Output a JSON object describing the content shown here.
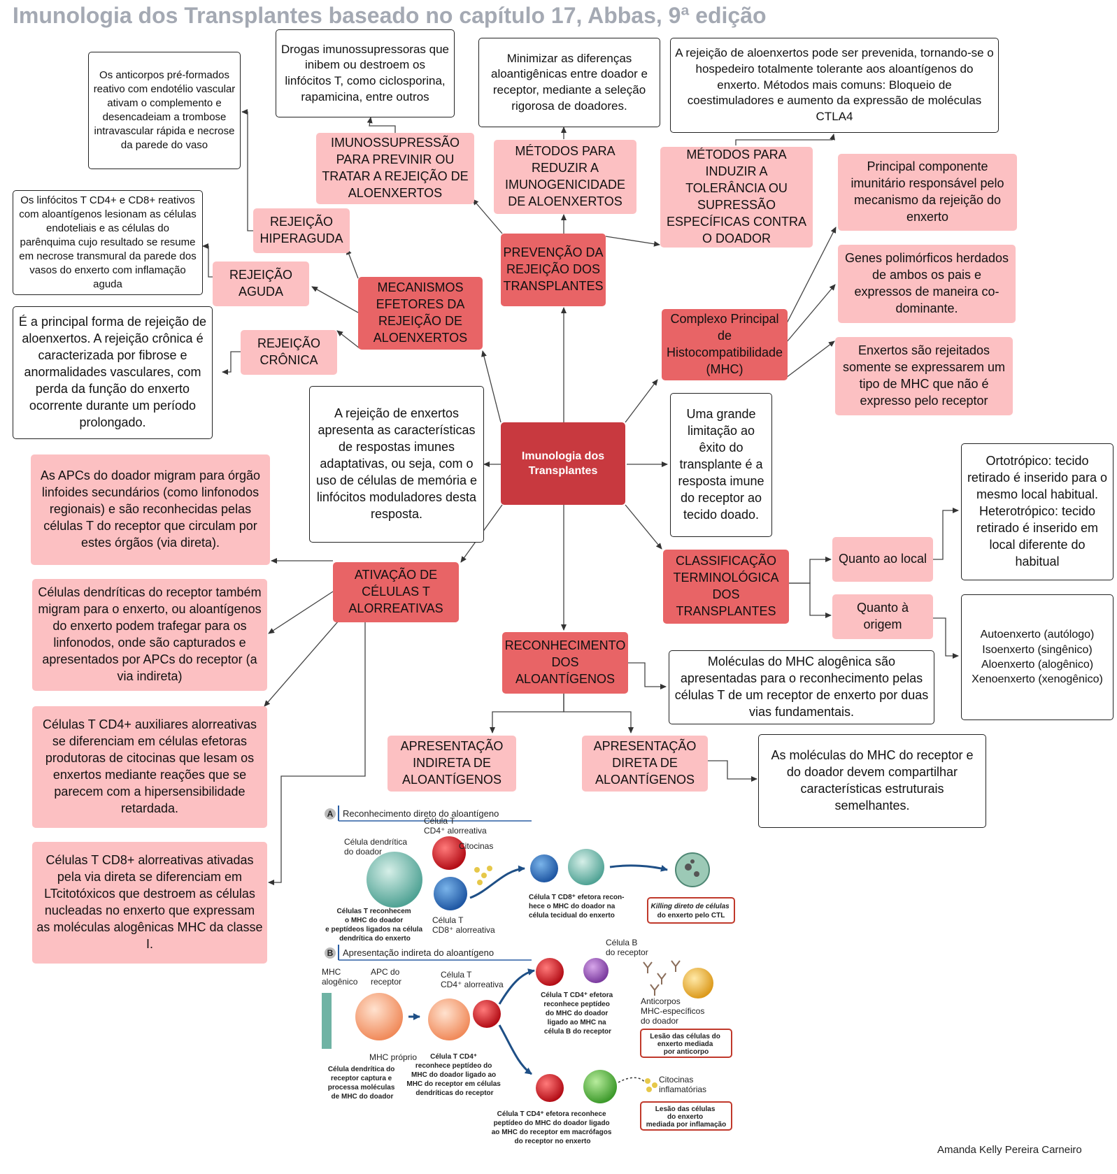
{
  "title": "Imunologia dos Transplantes baseado no capítulo 17, Abbas, 9ª edição",
  "author": "Amanda Kelly Pereira Carneiro",
  "center": "Imunologia dos Transplantes",
  "nodes": {
    "prevencao": "PREVENÇÃO DA REJEIÇÃO DOS TRANSPLANTES",
    "imunossupressao": "IMUNOSSUPRESSÃO PARA PREVINIR OU TRATAR A REJEIÇÃO DE ALOENXERTOS",
    "imunossupressao_desc": "Drogas imunossupressoras que inibem ou destroem os linfócitos  T, como ciclosporina, rapamicina, entre outros",
    "metodos_reduzir": "MÉTODOS PARA REDUZIR A IMUNOGENICIDADE DE ALOENXERTOS",
    "metodos_reduzir_desc": "Minimizar as  diferenças aloantigênicas entre doador e receptor, mediante a seleção rigorosa de doadores.",
    "metodos_induzir": "MÉTODOS PARA INDUZIR A TOLERÂNCIA OU SUPRESSÃO ESPECÍFICAS CONTRA O DOADOR",
    "metodos_induzir_desc": "A rejeição de aloenxertos pode ser prevenida, tornando-se o hospedeiro totalmente tolerante aos aloantígenos  do enxerto. Métodos mais comuns: Bloqueio de coestimuladores e aumento da expressão de moléculas CTLA4",
    "mecanismos": "MECANISMOS EFETORES DA REJEIÇÃO DE ALOENXERTOS",
    "hiperaguda": "REJEIÇÃO HIPERAGUDA",
    "hiperaguda_desc": "Os anticorpos pré-formados reativo com endotélio vascular ativam o complemento e desencadeiam a trombose intravascular rápida e necrose da parede do vaso",
    "aguda": "REJEIÇÃO AGUDA",
    "aguda_desc": "Os linfócitos T CD4+ e CD8+ reativos com aloantígenos lesionam as células endoteliais e as células do parênquima  cujo resultado se resume em necrose transmural da parede dos vasos do enxerto com  inflamação aguda",
    "cronica": "REJEIÇÃO CRÔNICA",
    "cronica_desc": "É a principal forma de rejeição de  aloenxertos. A rejeição crônica é caracterizada  por fibrose e anormalidades vasculares, com  perda da função do enxerto ocorrente durante  um período prolongado.",
    "caracteristicas": "A rejeição de enxertos apresenta  as características de respostas imunes adaptativas, ou seja, com o uso de células  de memória e linfócitos moduladores desta resposta.",
    "mhc": "Complexo Principal de Histocompatibilidade (MHC)",
    "mhc_1": "Principal componente imunitário  responsável pelo mecanismo da rejeição do enxerto",
    "mhc_2": "Genes polimórficos herdados de ambos os pais e  expressos de maneira co-dominante.",
    "mhc_3": "Enxertos são rejeitados somente se expressarem um tipo de MHC que não é expresso pelo receptor",
    "limitacao": "Uma grande limitação ao êxito do transplante é a resposta imune do receptor ao tecido doado.",
    "classificacao": "CLASSIFICAÇÃO TERMINOLÓGICA DOS TRANSPLANTES",
    "local": "Quanto ao local",
    "local_desc": "Ortotrópico: tecido retirado é inserido para o mesmo local habitual.\nHeterotrópico: tecido retirado é  inserido em local diferente do habitual",
    "origem": "Quanto à origem",
    "origem_desc": "Autoenxerto (autólogo)\nIsoenxerto (singênico)\nAloenxerto (alogênico)\nXenoenxerto (xenogênico)",
    "ativacao": "ATIVAÇÃO DE CÉLULAS T ALORREATIVAS",
    "ativ_1": "As APCs do doador migram para órgão linfoides secundários (como linfonodos regionais) e são reconhecidas pelas células T do receptor que circulam por estes órgãos (via direta).",
    "ativ_2": "Células dendríticas do receptor também migram para o enxerto, ou aloantígenos do enxerto podem trafegar para os linfonodos, onde são capturados e  apresentados por APCs do receptor (a via indireta)",
    "ativ_3": "Células T CD4+ auxiliares alorreativas se diferenciam em células efetoras produtoras  de citocinas que lesam os enxertos mediante reações que se parecem com a hipersensibilidade retardada.",
    "ativ_4": "Células T  CD8+ alorreativas ativadas pela via direta se diferenciam em LTcitotóxicos que destroem as células nucleadas no enxerto que expressam as moléculas alogênicas MHC da classe I.",
    "reconhecimento": "RECONHECIMENTO DOS ALOANTÍGENOS",
    "reconhecimento_desc": "Moléculas do MHC alogênica são apresentadas para o reconhecimento pelas células T de um receptor de enxerto por duas vias fundamentais.",
    "indireta": "APRESENTAÇÃO INDIRETA DE ALOANTÍGENOS",
    "direta": "APRESENTAÇÃO DIRETA DE ALOANTÍGENOS",
    "direta_desc": "As moléculas  do MHC do receptor e do doador devem compartilhar características estruturais semelhantes."
  },
  "figure": {
    "a_letter": "A",
    "a_title": "Reconhecimento direto do aloantígeno",
    "a_dc": [
      "Célula dendrítica",
      "do doador"
    ],
    "a_tcd4": [
      "Célula T",
      "CD4⁺ alorreativa"
    ],
    "a_cito": "Citocinas",
    "a_tcd8": [
      "Célula T",
      "CD8⁺ alorreativa"
    ],
    "a_recog": [
      "Células T reconhecem",
      "o MHC do doador",
      "e peptídeos ligados na célula",
      "dendrítica do enxerto"
    ],
    "a_effector": [
      "Célula T CD8⁺ efetora recon-",
      "hece o MHC do doador na",
      "célula tecidual do enxerto"
    ],
    "a_killing": [
      "Killing direto de células",
      "do enxerto pelo CTL"
    ],
    "b_letter": "B",
    "b_title": "Apresentação indireta do aloantígeno",
    "b_mhc": [
      "MHC",
      "alogênico"
    ],
    "b_apc": [
      "APC do",
      "receptor"
    ],
    "b_tcd4": [
      "Célula T",
      "CD4⁺ alorreativa"
    ],
    "b_mhcproprio": "MHC próprio",
    "b_dc_desc": [
      "Célula dendrítica do",
      "receptor captura e",
      "processa moléculas",
      "de MHC do doador"
    ],
    "b_tcd4_desc": [
      "Célula T CD4⁺",
      "reconhece peptídeo do",
      "MHC do doador ligado ao",
      "MHC do receptor em células",
      "dendríticas do receptor"
    ],
    "b_bcell": [
      "Célula B",
      "do receptor"
    ],
    "b_eff_b": [
      "Célula T CD4⁺ efetora",
      "reconhece peptídeo",
      "do MHC do doador",
      "ligado ao MHC na",
      "célula B do receptor"
    ],
    "b_antibodies": [
      "Anticorpos",
      "MHC-específicos",
      "do doador"
    ],
    "b_lesao_ac": [
      "Lesão das células do",
      "enxerto mediada",
      "por anticorpo"
    ],
    "b_citocinas": [
      "Citocinas",
      "inflamatórias"
    ],
    "b_lesao_infl": [
      "Lesão das células",
      "do enxerto",
      "mediada por inflamação"
    ],
    "b_eff_mac": [
      "Célula T CD4⁺ efetora reconhece",
      "peptídeo do MHC do doador ligado",
      "ao MHC do receptor em macrófagos",
      "do receptor no enxerto"
    ]
  }
}
